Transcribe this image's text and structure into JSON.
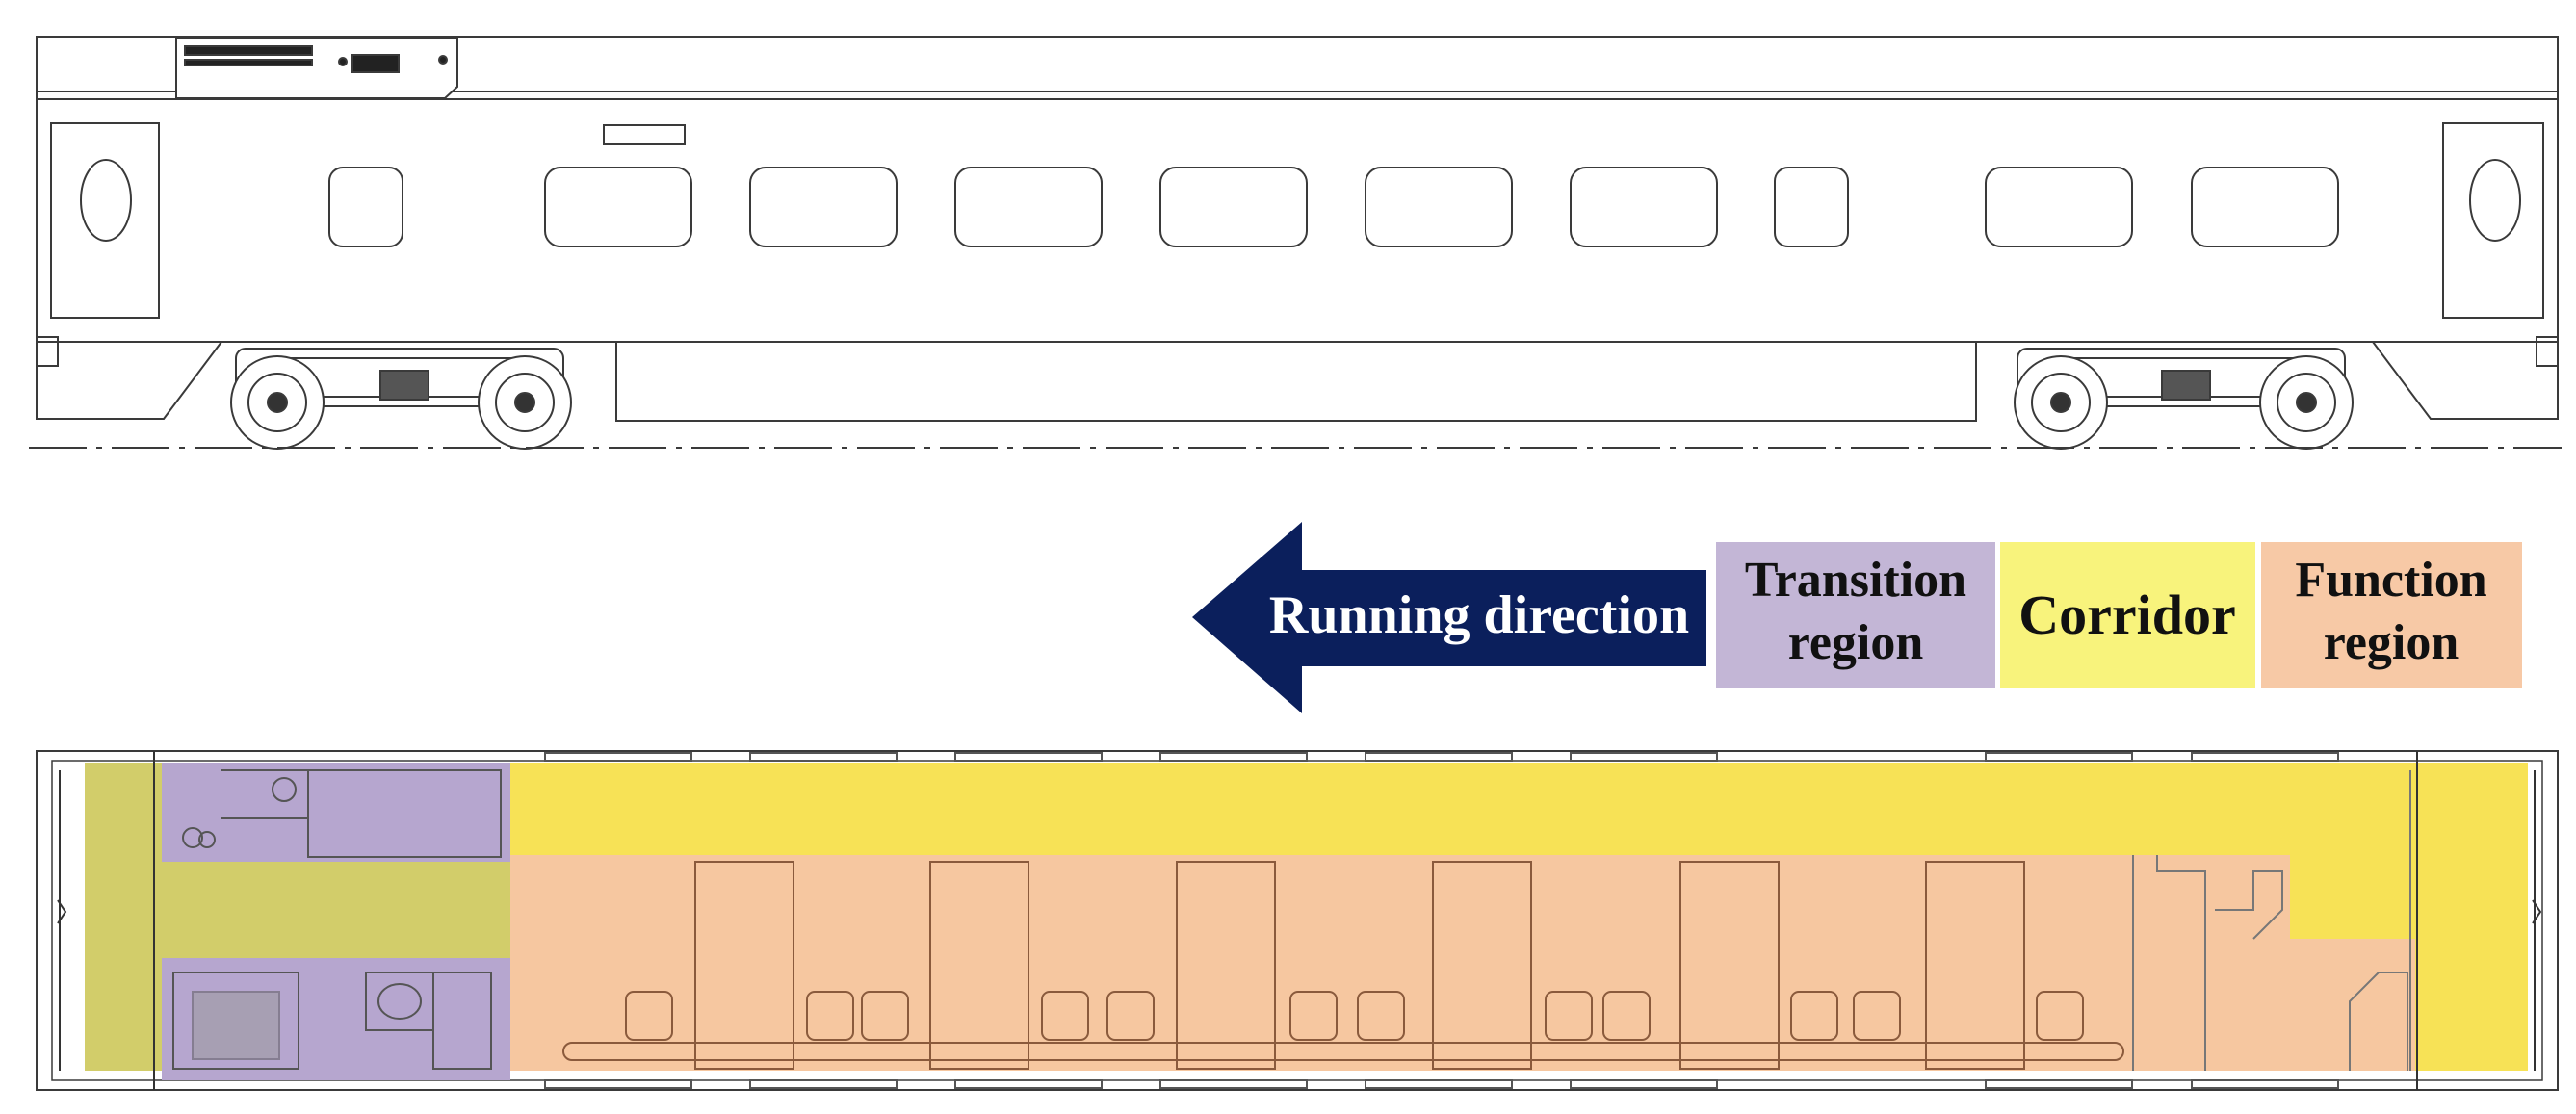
{
  "legend": {
    "running_direction": "Running direction",
    "transition": {
      "line1": "Transition",
      "line2": "region"
    },
    "corridor": "Corridor",
    "function": {
      "line1": "Function",
      "line2": "region"
    }
  },
  "colors": {
    "arrow": "#0b1f5c",
    "transition": "#c3b6d6",
    "corridor": "#f8f37c",
    "function": "#f7c9a6",
    "plan_corridor": "#f7e256",
    "plan_transition": "#b6a6cf",
    "plan_transition_end": "#d2cd6a",
    "plan_function": "#f6c7a0",
    "line": "#3a3a3a",
    "furniture": "#8a5a3c"
  }
}
